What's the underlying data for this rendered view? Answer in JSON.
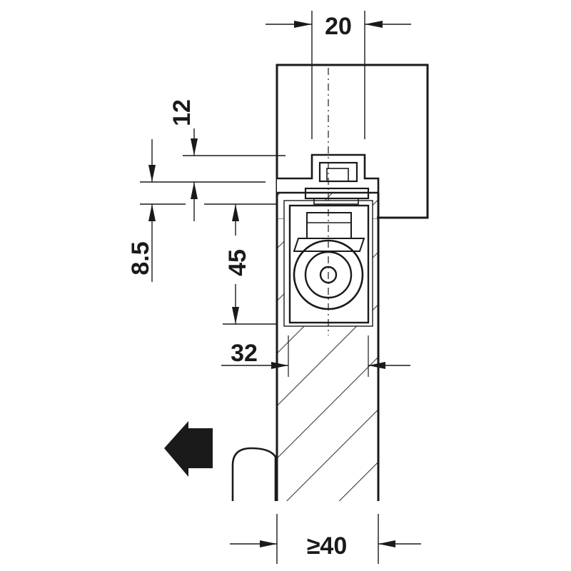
{
  "dimensions": {
    "frame_profile_width": "20",
    "top_offset": "12",
    "gap": "8.5",
    "device_height": "45",
    "door_setback": "32",
    "min_door_thickness": "≥40"
  },
  "icons": {
    "direction_arrow": "arrow-left-icon"
  },
  "colors": {
    "ink": "#1a1a1a",
    "background": "#ffffff"
  }
}
